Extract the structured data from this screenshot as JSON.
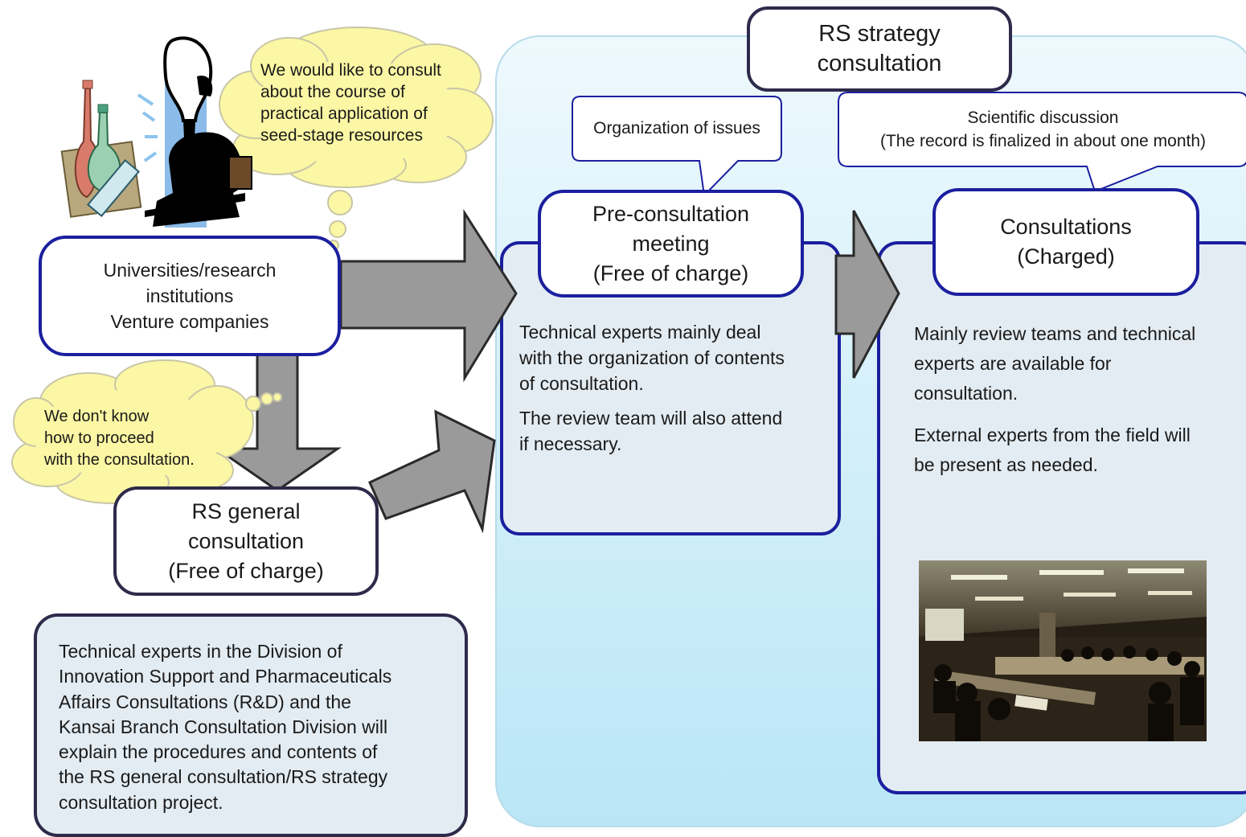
{
  "strategy_title": [
    "RS strategy",
    "consultation"
  ],
  "thought_top": [
    "We would like to consult",
    "about the course of",
    "practical application of",
    "seed-stage resources"
  ],
  "thought_bottom": [
    "We don't know",
    "how to proceed",
    "with the consultation."
  ],
  "applicants": [
    "Universities/research",
    "institutions",
    "Venture companies"
  ],
  "general_consultation": [
    "RS general",
    "consultation",
    "(Free of charge)"
  ],
  "general_description": [
    "Technical experts in the Division of",
    "Innovation Support and Pharmaceuticals",
    "Affairs Consultations (R&D) and the",
    "Kansai Branch Consultation Division will",
    "explain the procedures and contents of",
    "the RS general consultation/RS strategy",
    "consultation project."
  ],
  "pre_callout": "Organization of issues",
  "pre_title": [
    "Pre-consultation",
    "meeting",
    "(Free of charge)"
  ],
  "pre_paragraphs": [
    [
      "Technical experts mainly deal",
      "with the organization of contents",
      "of consultation."
    ],
    [
      "The review team will also attend",
      "if necessary."
    ]
  ],
  "consult_callout": [
    "Scientific discussion",
    "(The record is finalized in about one month)"
  ],
  "consult_title": [
    "Consultations",
    "(Charged)"
  ],
  "consult_paragraphs": [
    [
      "Mainly review teams and technical",
      "experts are available for",
      "consultation."
    ],
    [
      "External experts from the field will",
      "be present as needed."
    ]
  ],
  "icons": {
    "scientist": "lightbulb-scientist-icon",
    "flasks": "lab-flasks-icon",
    "photo": "meeting-room-photo"
  },
  "colors": {
    "box_border": "#1b1f9e",
    "dark_border": "#2e2a4a",
    "panel_fill": "#cdeef9",
    "inner_fill": "#e3ecf3",
    "arrow_fill": "#9a9a9a",
    "thought_fill": "#fbf7a4"
  }
}
